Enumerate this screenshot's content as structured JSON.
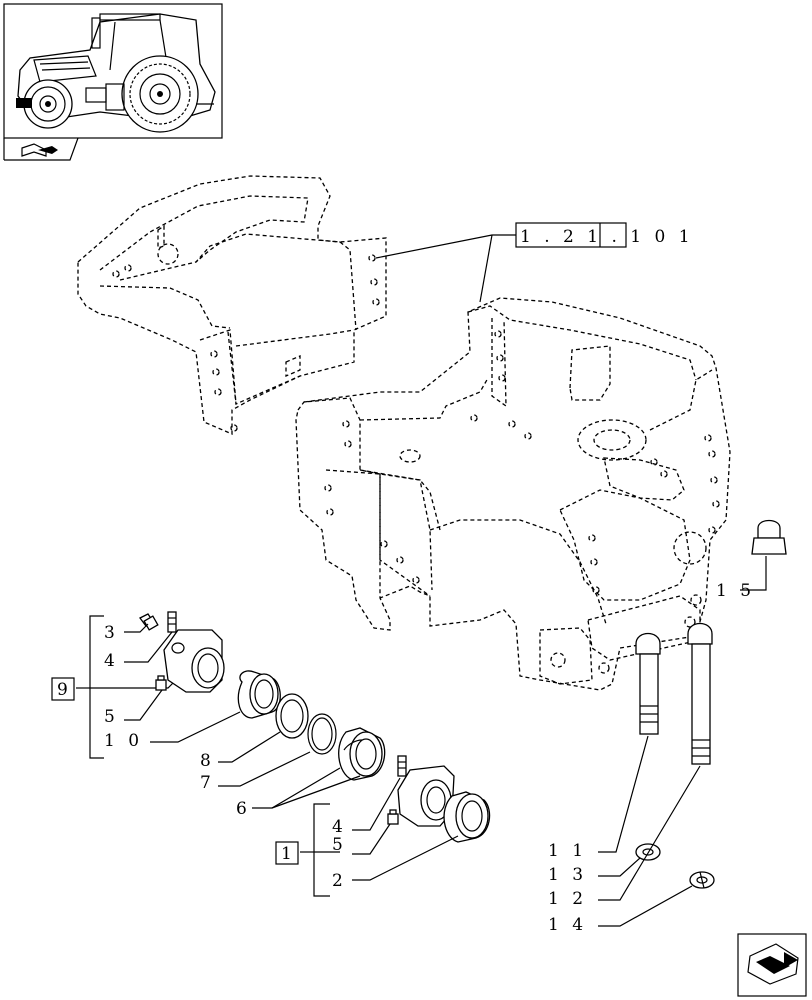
{
  "thumbnail": {
    "icon": "tractor-icon"
  },
  "nav": {
    "prev_icon": "book-arrow-icon",
    "next_icon": "next-page-arrow-icon"
  },
  "reference": {
    "text": "1 . 2 1 . 1   0 1",
    "boxed_part": "1 . 2 1 .",
    "rest": "1  0 1"
  },
  "groups": {
    "group9": "9",
    "group1": "1"
  },
  "callouts": {
    "c3": "3",
    "c4a": "4",
    "c5a": "5",
    "c10": "1 0",
    "c8": "8",
    "c7": "7",
    "c6": "6",
    "c4b": "4",
    "c5b": "5",
    "c2": "2",
    "c11": "1 1",
    "c13": "1 3",
    "c12": "1 2",
    "c14": "1 4",
    "c15": "1 5"
  }
}
